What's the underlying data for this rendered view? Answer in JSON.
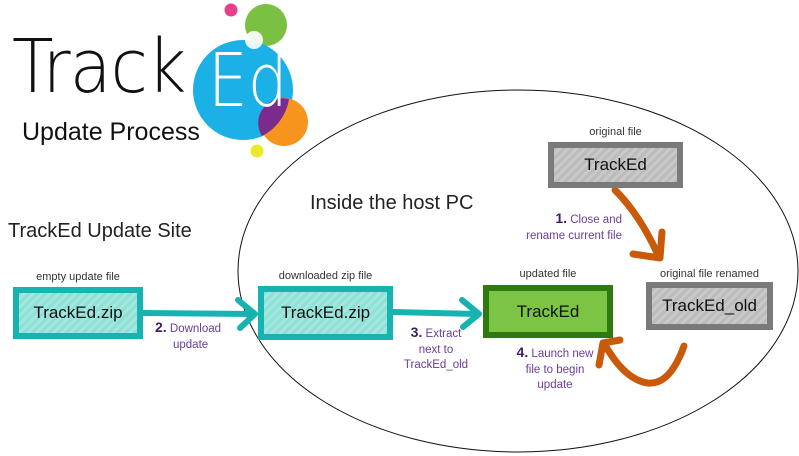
{
  "logo": {
    "word": "Track",
    "badge": "Ed",
    "subtitle": "Update Process",
    "colors": {
      "blue": "#1bb0e6",
      "green": "#7ac143",
      "pink": "#e6408a",
      "orange": "#f7941d",
      "purple": "#7b2a8e",
      "yellow": "#eaea2a"
    }
  },
  "sections": {
    "update_site": "TrackEd Update Site",
    "host_pc": "Inside the host PC"
  },
  "boxes": {
    "empty_update": {
      "caption": "empty update file",
      "label": "TrackEd.zip"
    },
    "downloaded_zip": {
      "caption": "downloaded zip file",
      "label": "TrackEd.zip"
    },
    "updated": {
      "caption": "updated file",
      "label": "TrackEd"
    },
    "original": {
      "caption": "original file",
      "label": "TrackEd"
    },
    "renamed": {
      "caption": "original file renamed",
      "label": "TrackEd_old"
    }
  },
  "steps": [
    {
      "num": "1.",
      "line1": "Close and",
      "line2": "rename current file",
      "line3": ""
    },
    {
      "num": "2.",
      "line1": "Download",
      "line2": "update",
      "line3": ""
    },
    {
      "num": "3.",
      "line1": "Extract",
      "line2": "next to",
      "line3": "TrackEd_old"
    },
    {
      "num": "4.",
      "line1": "Launch new",
      "line2": "file to begin",
      "line3": "update"
    }
  ],
  "colors": {
    "teal_arrow": "#17b3b0",
    "orange_arrow": "#c85a0a",
    "step_text": "#6a3d9a"
  }
}
